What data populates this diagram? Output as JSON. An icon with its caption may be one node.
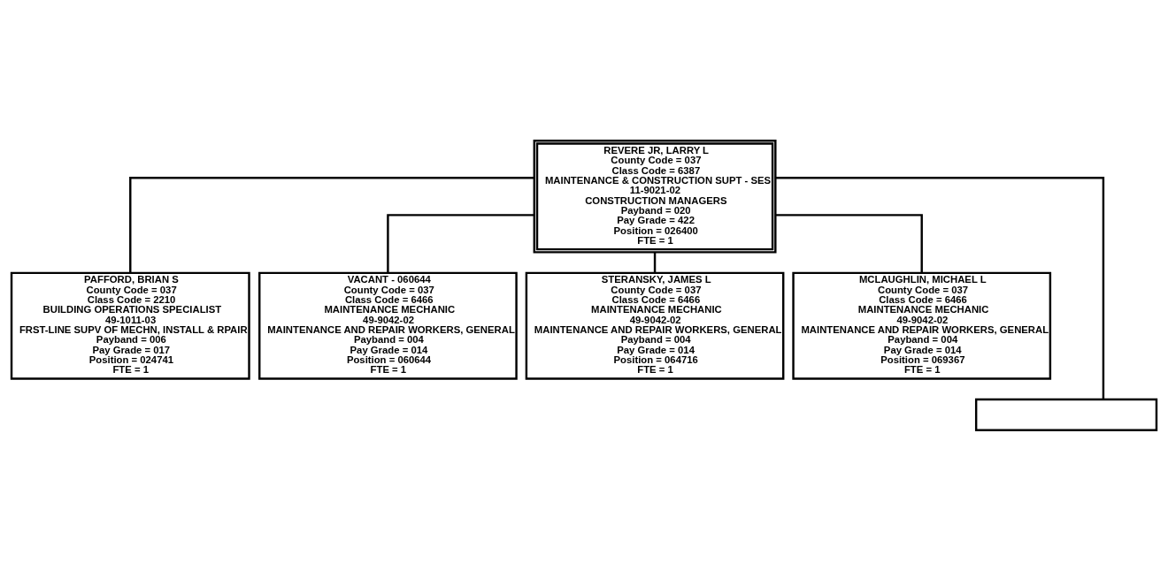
{
  "diagram": {
    "nodes": [
      {
        "text": [
          "REVERE JR, LARRY L",
          "County Code = 037",
          "Class Code = 6387",
          "MAINTENANCE & CONSTRUCTION SUPT - SES",
          "11-9021-02",
          "CONSTRUCTION MANAGERS",
          "Payband = 020",
          "Pay Grade = 422",
          "Position = 026400",
          "FTE = 1"
        ]
      },
      {
        "text": [
          "PAFFORD, BRIAN S",
          "County Code = 037",
          "Class Code = 2210",
          "BUILDING OPERATIONS SPECIALIST",
          "49-1011-03",
          "FRST-LINE SUPV OF MECHN, INSTALL & RPAIR",
          "Payband = 006",
          "Pay Grade = 017",
          "Position = 024741",
          "FTE = 1"
        ]
      },
      {
        "text": [
          "VACANT - 060644",
          "County Code = 037",
          "Class Code = 6466",
          "MAINTENANCE MECHANIC",
          "49-9042-02",
          "MAINTENANCE AND REPAIR WORKERS, GENERAL",
          "Payband = 004",
          "Pay Grade = 014",
          "Position = 060644",
          "FTE = 1"
        ]
      },
      {
        "text": [
          "STERANSKY, JAMES L",
          "County Code = 037",
          "Class Code = 6466",
          "MAINTENANCE MECHANIC",
          "49-9042-02",
          "MAINTENANCE AND REPAIR WORKERS, GENERAL",
          "Payband = 004",
          "Pay Grade = 014",
          "Position = 064716",
          "FTE = 1"
        ]
      },
      {
        "text": [
          "MCLAUGHLIN, MICHAEL L",
          "County Code = 037",
          "Class Code = 6466",
          "MAINTENANCE MECHANIC",
          "49-9042-02",
          "MAINTENANCE AND REPAIR WORKERS, GENERAL",
          "Payband = 004",
          "Pay Grade = 014",
          "Position = 069367",
          "FTE = 1"
        ]
      },
      {
        "text": [],
        "shape": "box"
      }
    ],
    "edges": [
      {
        "from": 0,
        "to": 1,
        "arrow": "none"
      },
      {
        "from": 0,
        "to": 2,
        "arrow": "none"
      },
      {
        "from": 0,
        "to": 3,
        "arrow": "none"
      },
      {
        "from": 0,
        "to": 4,
        "arrow": "none"
      },
      {
        "from": 0,
        "to": 5,
        "arrow": "none"
      }
    ]
  }
}
